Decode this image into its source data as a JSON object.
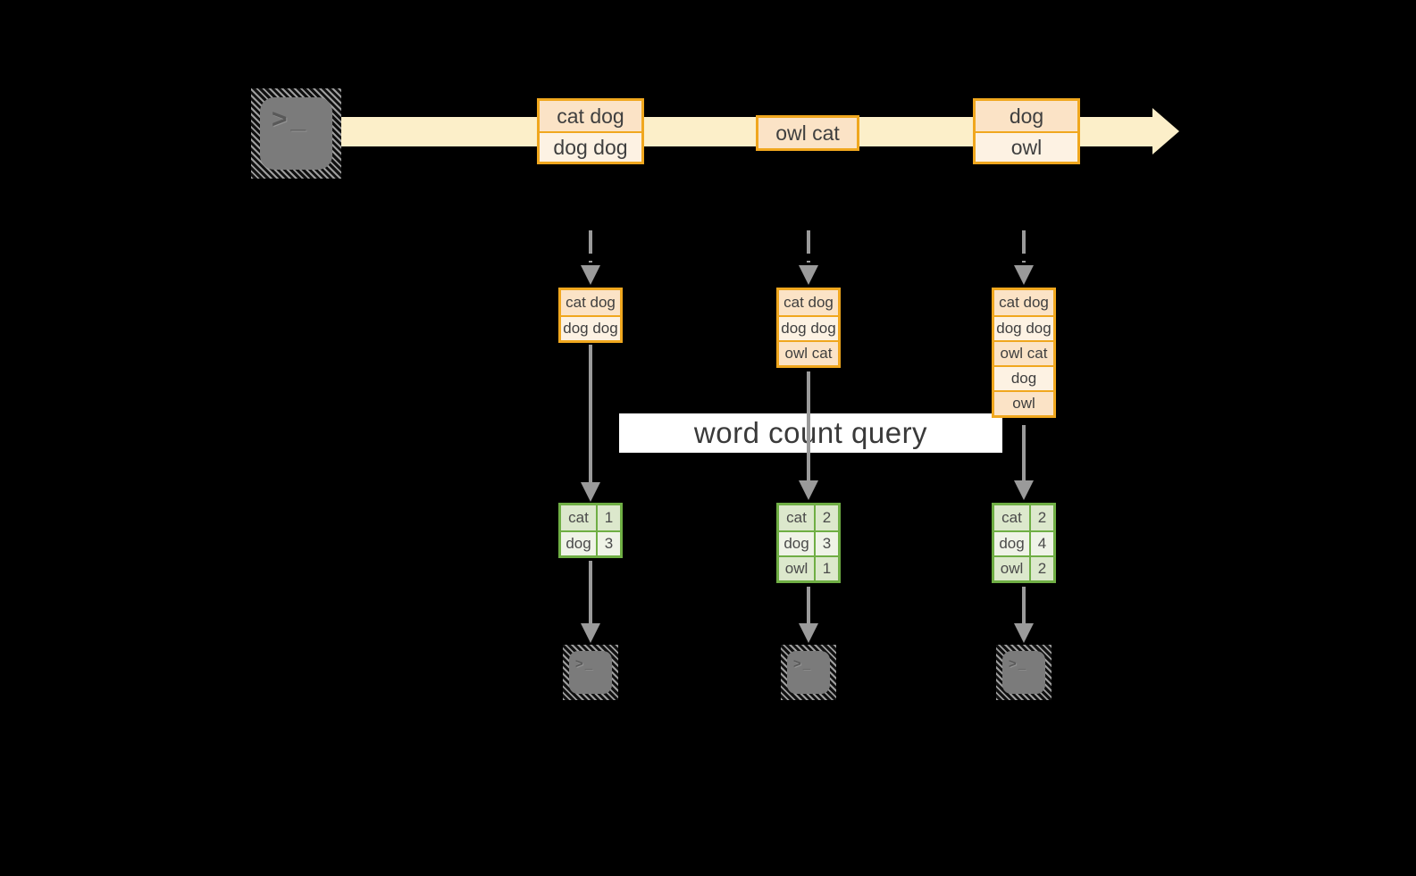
{
  "query_label": "word count query",
  "icons": {
    "terminal_glyph": ">_"
  },
  "colors": {
    "background": "#000000",
    "stream_band": "#FCEFC9",
    "event_border": "#F0A71E",
    "event_fill_dark": "#FBE3C6",
    "event_fill_light": "#FDF2E3",
    "table_border": "#6FAE44",
    "table_fill_dark": "#DCE8CC",
    "table_fill_light": "#EFF3E7",
    "arrow": "#9A9A9A"
  },
  "stream_events": [
    {
      "rows": [
        "cat dog",
        "dog dog"
      ]
    },
    {
      "rows": [
        "owl cat"
      ]
    },
    {
      "rows": [
        "dog",
        "owl"
      ]
    }
  ],
  "pipelines": [
    {
      "buffer": [
        "cat dog",
        "dog dog"
      ],
      "counts": [
        {
          "word": "cat",
          "count": "1"
        },
        {
          "word": "dog",
          "count": "3"
        }
      ]
    },
    {
      "buffer": [
        "cat dog",
        "dog dog",
        "owl cat"
      ],
      "counts": [
        {
          "word": "cat",
          "count": "2"
        },
        {
          "word": "dog",
          "count": "3"
        },
        {
          "word": "owl",
          "count": "1"
        }
      ]
    },
    {
      "buffer": [
        "cat dog",
        "dog dog",
        "owl cat",
        "dog",
        "owl"
      ],
      "counts": [
        {
          "word": "cat",
          "count": "2"
        },
        {
          "word": "dog",
          "count": "4"
        },
        {
          "word": "owl",
          "count": "2"
        }
      ]
    }
  ]
}
